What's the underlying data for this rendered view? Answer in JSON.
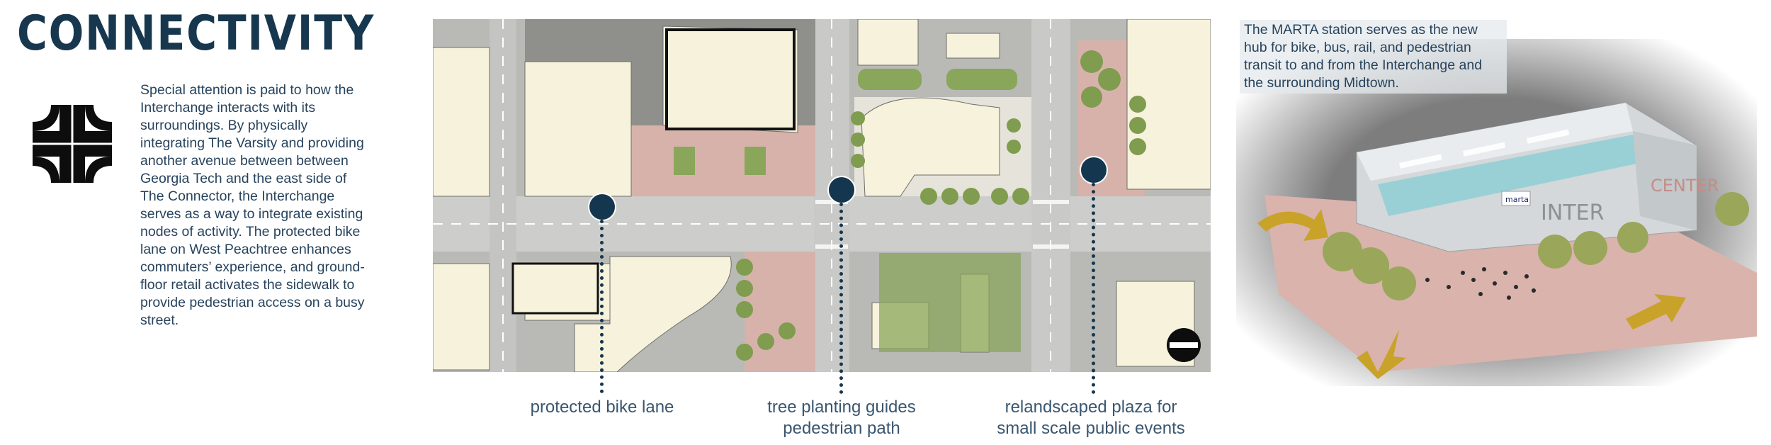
{
  "heading": "CONNECTIVITY",
  "intro_text": "Special attention is paid to how the Interchange interacts with its surroundings. By physically integrating The Varsity and providing another avenue between between Georgia Tech and the east side of The Connector, the Interchange serves as a way to integrate existing nodes of activity. The protected bike lane on West Peachtree enhances commuters’ experience, and ground-floor retail activates the sidewalk to provide pedestrian access on a busy street.",
  "callouts": {
    "bike_lane": "protected bike lane",
    "tree_line1": "tree planting guides",
    "tree_line2": "pedestrian path",
    "plaza_line1": "relandscaped plaza for",
    "plaza_line2": "small scale public events"
  },
  "render": {
    "caption": "The MARTA station serves as the new hub for bike, bus, rail, and pedestrian transit to and from the Interchange and the surrounding Midtown.",
    "sign_inter": "INTER",
    "sign_center": "CENTER",
    "sign_marta": "marta"
  },
  "colors": {
    "navy": "#15364f",
    "plaza": "#d9b3ac",
    "road": "#c9c9c7",
    "building": "#f6f2dc",
    "green": "#8fa860",
    "arrow": "#c9a22a"
  }
}
